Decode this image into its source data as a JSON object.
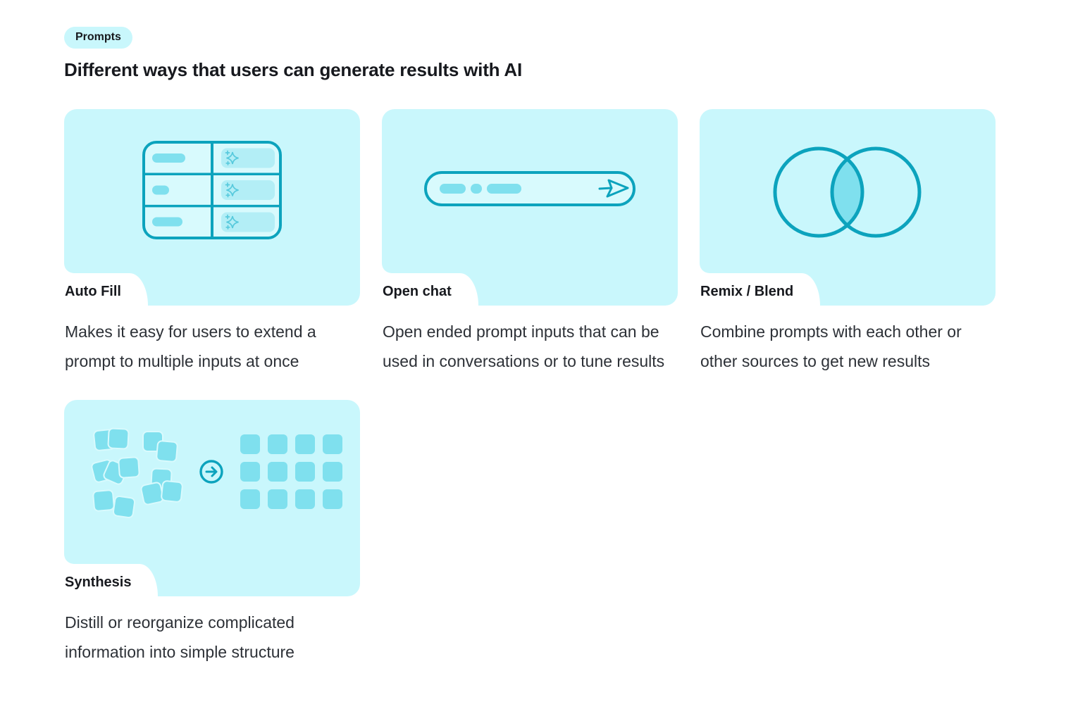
{
  "badge": {
    "label": "Prompts"
  },
  "heading": "Different ways that users can generate results with AI",
  "colors": {
    "page_background": "#ffffff",
    "card_background": "#c9f7fc",
    "panel_inner": "#d8fafd",
    "accent_stroke": "#0ca3bd",
    "shape_medium": "#7fe0ee",
    "shape_light": "#b3eef6",
    "text_heading": "#17191e",
    "text_body": "#2d3137"
  },
  "cards": [
    {
      "label": "Auto Fill",
      "description": "Makes it easy for users to extend a prompt to multiple inputs at once",
      "illustration": "autofill-table-icon"
    },
    {
      "label": "Open chat",
      "description": "Open ended prompt inputs that can be used in conversations or to tune results",
      "illustration": "chat-input-send-icon"
    },
    {
      "label": "Remix / Blend",
      "description": "Combine prompts with each other or other sources to get new results",
      "illustration": "venn-overlap-icon"
    },
    {
      "label": "Synthesis",
      "description": "Distill or reorganize complicated information into simple structure",
      "illustration": "scatter-to-grid-icon"
    }
  ]
}
